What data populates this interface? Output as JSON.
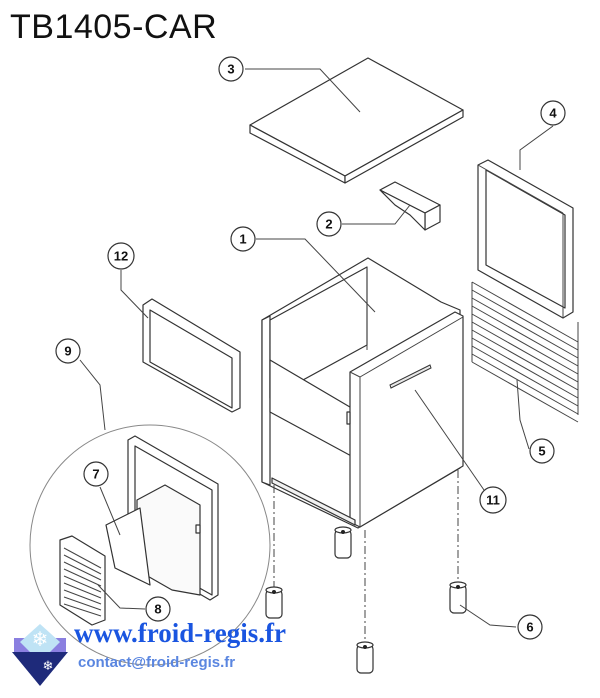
{
  "title": "TB1405-CAR",
  "callouts": {
    "c1": "1",
    "c2": "2",
    "c3": "3",
    "c4": "4",
    "c5": "5",
    "c6": "6",
    "c7": "7",
    "c8": "8",
    "c9": "9",
    "c11": "11",
    "c12": "12"
  },
  "footer": {
    "website": "www.froid-regis.fr",
    "email": "contact@froid-regis.fr"
  },
  "colors": {
    "website": "#1a55e0",
    "email": "#5a86e0"
  }
}
